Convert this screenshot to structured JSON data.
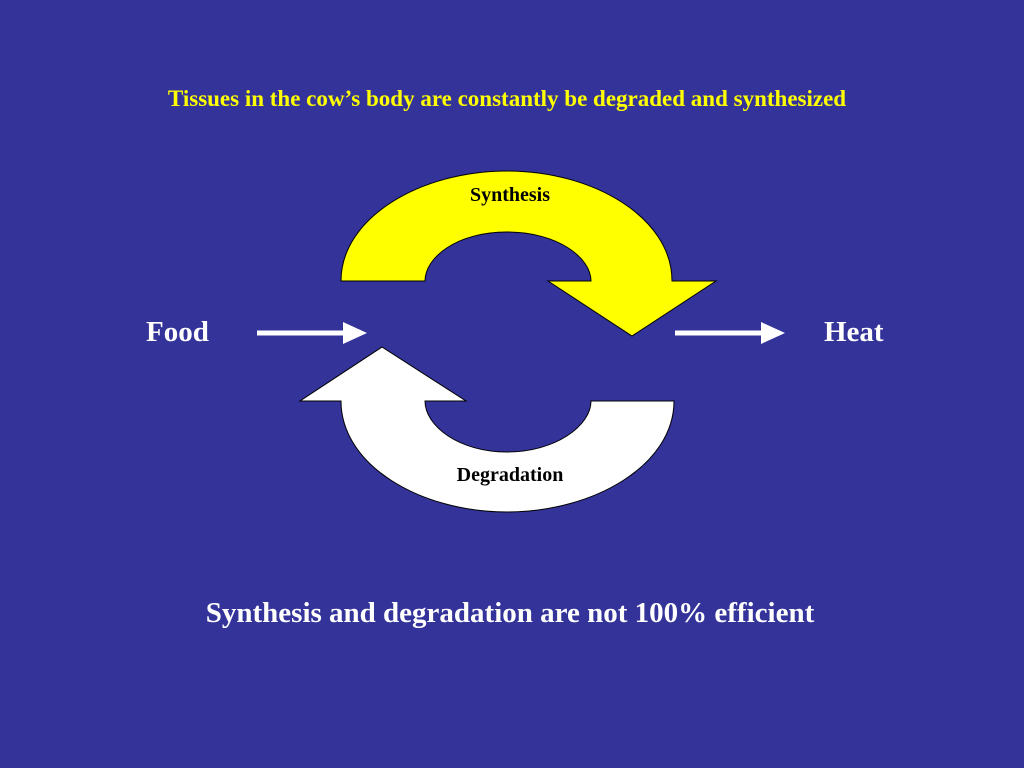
{
  "slide": {
    "title": "Tissues in the cow’s body are constantly be degraded and synthesized",
    "footer": "Synthesis and degradation are not 100% efficient"
  },
  "diagram": {
    "input_label": "Food",
    "output_label": "Heat",
    "top_arrow_label": "Synthesis",
    "bottom_arrow_label": "Degradation"
  },
  "colors": {
    "background": "#333399",
    "title_text": "#FFFF00",
    "synthesis_arrow": "#FFFF00",
    "degradation_arrow": "#FFFFFF",
    "label_text": "#FFFFFF",
    "outline": "#000000"
  }
}
